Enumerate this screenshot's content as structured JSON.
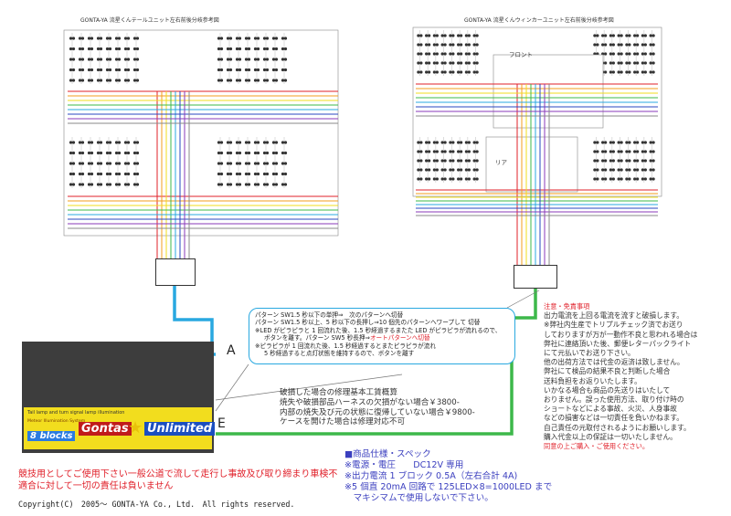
{
  "diagram": {
    "title_left": "GONTA-YA 流星くんテールユニット左右前後分岐参考図",
    "title_right": "GONTA-YA 流星くんウィンカーユニット左右前後分岐参考図",
    "label_front": "フロント",
    "label_rear": "リア",
    "label_a": "A",
    "label_e": "E",
    "wire_colors": [
      "#e0202a",
      "#f39c1e",
      "#f2dd1e",
      "#3db84a",
      "#29a8e0",
      "#2a47c0",
      "#8a3ab9",
      "#888888"
    ],
    "pattern_box": {
      "line1": "パターン SW1.5 秒以下の単押⇒　次のパターンへ切替",
      "line2": "パターン SW1.5 秒以上、5 秒以下の長押し⇒10 個先のパターンへワープして 切替",
      "line3a": "※LED がピラピラと 1 回流れた後、1.5 秒経過するまたた LED がピラピラが流れるので、",
      "line3b": "ボタンを離す。パターン SW5 秒長押⇒",
      "line3c": "オートパターンへ切替",
      "line4": "※ピラピラが 1 回流れた後、1.5 秒経過するとまたピラピラが流れ",
      "line5": "5 秒経過すると点灯状態を維持するので、ボタンを離す"
    },
    "repair": {
      "line1": "破損した場合の修理基本工賃概算",
      "line2": "焼失や破損部品ハーネスの欠損がない場合￥3800-",
      "line3": "内部の焼失及び元の状態に復帰していない場合￥9800-",
      "line4": "ケースを開けた場合は修理対応不可"
    },
    "notice": {
      "title": "注意・免責事項",
      "lines": [
        "出力電流を上回る電流を流すと破損します。",
        "※弊社内生産でトリプルチェック済でお送り",
        "しておりますが万が一動作不良と思われる場合は",
        "弊社に連絡頂いた後、郵便レターパックライト",
        "にて元払いでお送り下さい。",
        "他の出荷方法では代金の返済は致しません。",
        "弊社にて検品の結果不良と判断した場合",
        "送料負担をお返りいたします。",
        "いかなる場合も商品の先送りはいたして",
        "おりません。誤った使用方法、取り付け時の",
        "ショートなどによる事故、火災、人身事故",
        "などの損害などは一切責任を負いかねます。",
        "自己責任の元取付されるようにお願いします。",
        "購入代金以上の保証は一切いたしません。"
      ],
      "footer": "同意の上ご購入・ご使用ください。"
    },
    "spec": {
      "title": "■商品仕様・スペック",
      "line1": "※電源・電圧　　DC12V 専用",
      "line2": "※出力電流 1 ブロック 0.5A（左右合計 4A)",
      "line3": "※5 個直 20mA 回路で 125LED×8=1000LED まで",
      "line4": "　マキシマムで使用しないで下さい。"
    },
    "warning": "競技用としてご使用下さい一般公道で流して走行し事故及び取り締まり車検不適合に対して一切の責任は負いません",
    "copyright": "Copyright(C)　2005～ GONTA-YA Co., Ltd.　All rights reserved.",
    "controller": {
      "sub1": "Tail lamp and turn signal lamp illumination",
      "sub2": "Meteor Illumination System",
      "blocks": "8 blocks",
      "brand1": "Gontas",
      "brand2": "Unlimited"
    }
  }
}
